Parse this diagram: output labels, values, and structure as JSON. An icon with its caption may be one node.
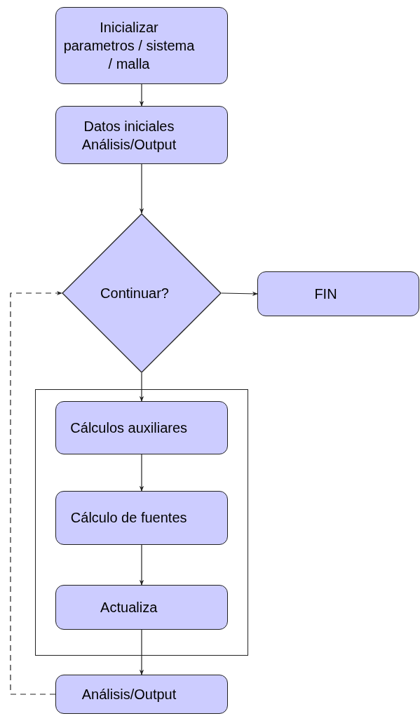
{
  "diagram": {
    "nodes": [
      {
        "text": [
          "Inicializar parametros / sistema / malla"
        ]
      },
      {
        "text": [
          "Datos iniciales Análisis/Output"
        ]
      },
      {
        "text": [
          "Continuar?"
        ]
      },
      {
        "text": [
          "FIN"
        ]
      },
      {
        "text": [],
        "shape": "box"
      },
      {
        "text": [
          "Cálculos auxiliares"
        ],
        "in": 4
      },
      {
        "text": [
          "Cálculo de fuentes"
        ],
        "in": 4
      },
      {
        "text": [
          "Actualiza"
        ],
        "in": 4
      },
      {
        "text": [
          "Análisis/Output"
        ]
      }
    ],
    "edges": [
      {
        "from": 0,
        "to": 1,
        "arrow": "to"
      },
      {
        "from": 1,
        "to": 2,
        "arrow": "to"
      },
      {
        "from": 2,
        "to": 3,
        "arrow": "to"
      },
      {
        "from": 2,
        "to": 5,
        "arrow": "to"
      },
      {
        "from": 5,
        "to": 6,
        "arrow": "to"
      },
      {
        "from": 6,
        "to": 7,
        "arrow": "to"
      },
      {
        "from": 7,
        "to": 8,
        "arrow": "to"
      },
      {
        "from": 8,
        "to": 2,
        "arrow": "to",
        "style": "dashed"
      }
    ]
  }
}
